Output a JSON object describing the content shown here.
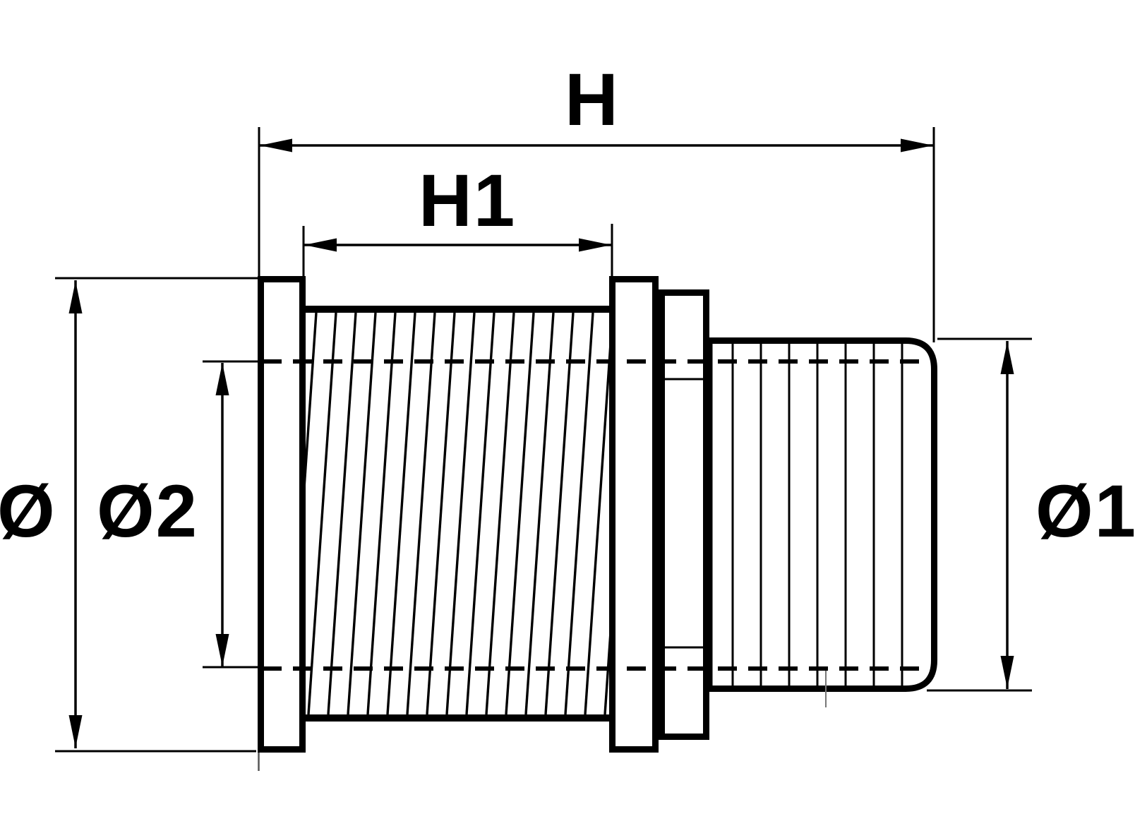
{
  "title": "Technical drawing — threaded skin fitting, side elevation",
  "colors": {
    "background": "#ffffff",
    "ink": "#000000",
    "artifact_gray": "#6a6a6a"
  },
  "labels": {
    "overall_length": "H",
    "thread_length": "H1",
    "flange_diameter": "Ø",
    "tail_diameter": "Ø1",
    "bore_diameter": "Ø2"
  }
}
